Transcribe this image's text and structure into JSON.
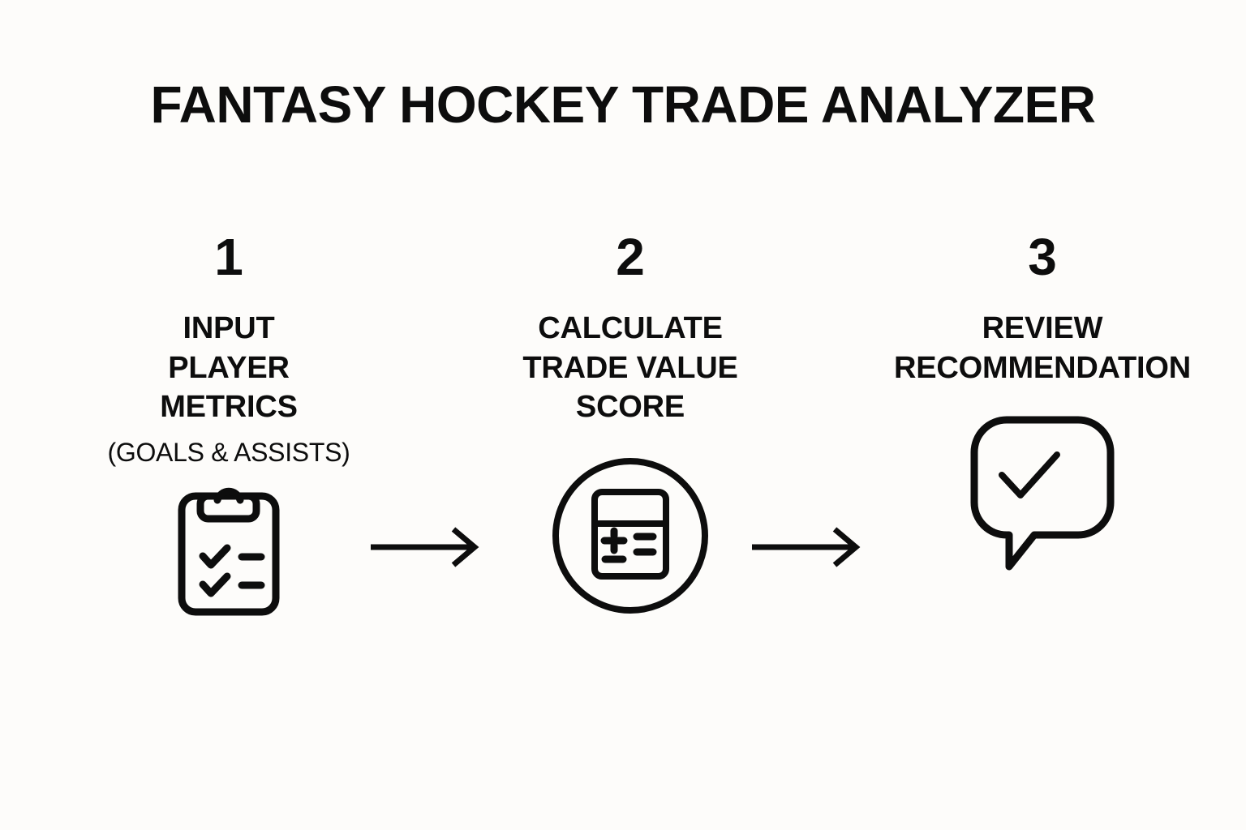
{
  "page": {
    "title": "FANTASY HOCKEY TRADE ANALYZER",
    "background_color": "#fdfcfa",
    "ink_color": "#0d0d0d"
  },
  "steps": [
    {
      "number": "1",
      "label": "INPUT\nPLAYER\nMETRICS",
      "label_lines": [
        "INPUT",
        "PLAYER",
        "METRICS"
      ],
      "sublabel": "(GOALS & ASSISTS)",
      "icon": "clipboard-checklist-icon"
    },
    {
      "number": "2",
      "label": "CALCULATE\nTRADE VALUE\nSCORE",
      "label_lines": [
        "CALCULATE",
        "TRADE VALUE",
        "SCORE"
      ],
      "sublabel": "",
      "icon": "calculator-circle-icon"
    },
    {
      "number": "3",
      "label": "REVIEW\nRECOMMENDATION",
      "label_lines": [
        "REVIEW",
        "RECOMMENDATION"
      ],
      "sublabel": "",
      "icon": "speech-bubble-check-icon"
    }
  ],
  "connectors": [
    {
      "name": "arrow-right-icon",
      "from": "1",
      "to": "2"
    },
    {
      "name": "arrow-right-icon",
      "from": "2",
      "to": "3"
    }
  ]
}
